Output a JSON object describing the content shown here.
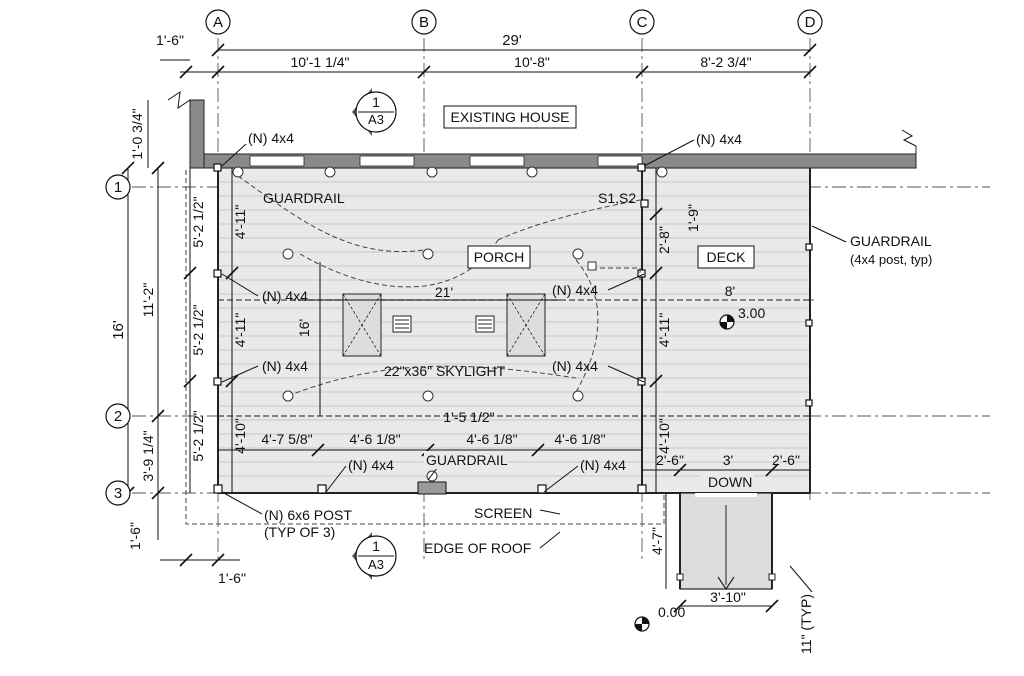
{
  "grid": {
    "columns": [
      "A",
      "B",
      "C",
      "D"
    ],
    "rows": [
      "1",
      "2",
      "3"
    ]
  },
  "dimensions": {
    "overall_top": "29'",
    "bay_ab": "10'-1 1/4\"",
    "bay_bc": "10'-8\"",
    "bay_cd": "8'-2 3/4\"",
    "overhang_top_left": "1'-6\"",
    "wall_offset": "1'-0 3/4\"",
    "overall_left": "16'",
    "row_12": "11'-2\"",
    "row_23": "3'-9 1/4\"",
    "left_upper": "5'-2 1/2\"",
    "left_middle": "5'-2 1/2\"",
    "left_lower": "5'-2 1/2\"",
    "left_bottom_overhang": "1'-6\"",
    "bottom_overhang": "1'-6\"",
    "post_space_1": "4'-11\"",
    "post_space_2": "4'-11\"",
    "post_space_3": "4'-10\"",
    "porch_span_width": "21'",
    "porch_span_depth": "16'",
    "post_offset_center": "1'-5 1/2\"",
    "screen_bay_1": "4'-7 5/8\"",
    "screen_bay_2": "4'-6 1/8\"",
    "screen_bay_3": "4'-6 1/8\"",
    "screen_bay_4": "4'-6 1/8\"",
    "deck_top_offset": "1'-9\"",
    "deck_top_beam": "2'-8\"",
    "deck_post_1": "4'-11\"",
    "deck_post_2": "4'-10\"",
    "deck_width": "8'",
    "stair_left": "2'-6\"",
    "stair_width": "3'",
    "stair_right": "2'-6\"",
    "stair_run": "4'-7\"",
    "stair_landing": "3'-10\"",
    "typ_dim": "11\" (TYP)"
  },
  "labels": {
    "existing_house": "EXISTING HOUSE",
    "porch": "PORCH",
    "deck": "DECK",
    "guardrail_porch": "GUARDRAIL",
    "guardrail_front": "GUARDRAIL",
    "guardrail_right_1": "GUARDRAIL",
    "guardrail_right_2": "(4x4 post, typ)",
    "post_n4x4_a": "(N) 4x4",
    "post_n4x4_b": "(N) 4x4",
    "post_n4x4_c": "(N) 4x4",
    "post_n4x4_d": "(N) 4x4",
    "post_n4x4_e": "(N) 4x4",
    "post_n4x4_f": "(N) 4x4",
    "post_n4x4_g": "(N) 4x4",
    "post_n6x6_1": "(N) 6x6 POST",
    "post_n6x6_2": "(TYP OF 3)",
    "skylight": "22\"x36\" SKYLIGHT",
    "screen": "SCREEN",
    "edge_of_roof": "EDGE OF ROOF",
    "down": "DOWN",
    "s1s2": "S1,S2",
    "elev_deck": "3.00",
    "elev_grade": "0.00"
  },
  "section_markers": [
    {
      "number": "1",
      "sheet": "A3"
    },
    {
      "number": "1",
      "sheet": "A3"
    }
  ]
}
